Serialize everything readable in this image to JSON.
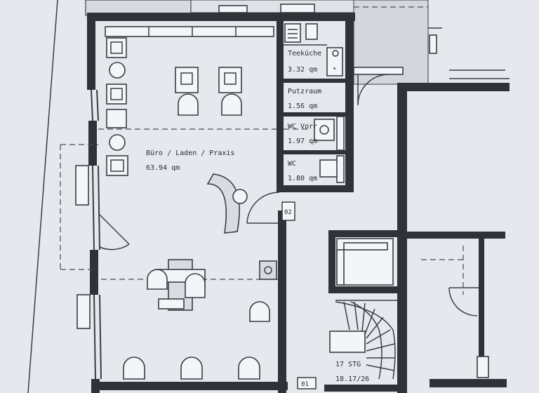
{
  "rooms": {
    "kitchen": {
      "name": "Teeküche",
      "area": "3.32 qm"
    },
    "cleaning": {
      "name": "Putzraum",
      "area": "1.56 qm"
    },
    "wc_ante": {
      "name": "WC Vorr",
      "area": "1.97 qm"
    },
    "wc": {
      "name": "WC",
      "area": "1.80 qm"
    },
    "office": {
      "name": "Büro / Laden / Praxis",
      "area": "63.94 qm"
    }
  },
  "tags": {
    "door_01": "01",
    "door_02": "02"
  },
  "stairs": {
    "label": "17 STG",
    "ratio": "18.17/26"
  },
  "colors": {
    "paper": "#e6e8ee",
    "wall": "#2f3238"
  }
}
